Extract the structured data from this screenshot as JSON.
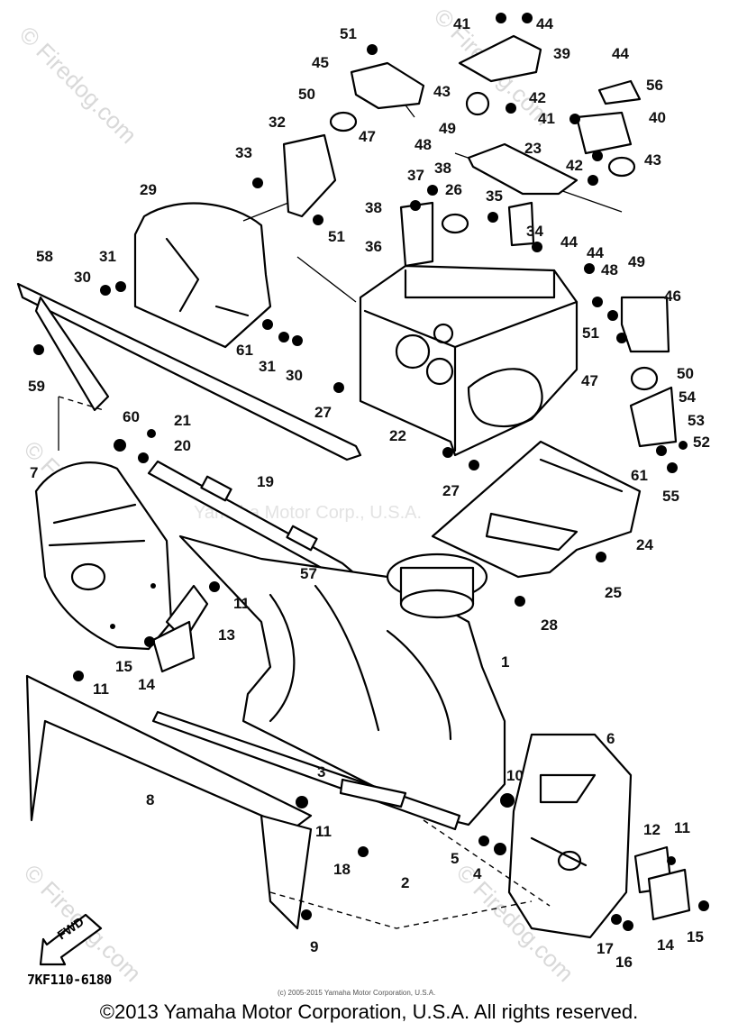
{
  "page": {
    "diagram_code": "7KF110-6180",
    "small_copyright": "(c) 2005-2015 Yamaha Motor Corporation, U.S.A.",
    "copyright": "©2013 Yamaha Motor Corporation, U.S.A. All rights reserved."
  },
  "watermarks": {
    "site": "© Firedog.com",
    "center": "Yamaha Motor Corp., U.S.A."
  },
  "direction_label": "FWD",
  "callouts": [
    "1",
    "2",
    "3",
    "4",
    "5",
    "6",
    "7",
    "8",
    "9",
    "10",
    "11",
    "12",
    "13",
    "14",
    "15",
    "16",
    "17",
    "18",
    "19",
    "20",
    "21",
    "22",
    "23",
    "24",
    "25",
    "26",
    "27",
    "28",
    "29",
    "30",
    "31",
    "32",
    "33",
    "34",
    "35",
    "36",
    "37",
    "38",
    "39",
    "40",
    "41",
    "42",
    "43",
    "44",
    "45",
    "46",
    "47",
    "48",
    "49",
    "50",
    "51",
    "52",
    "53",
    "54",
    "55",
    "56",
    "57",
    "58",
    "59",
    "60",
    "61"
  ]
}
